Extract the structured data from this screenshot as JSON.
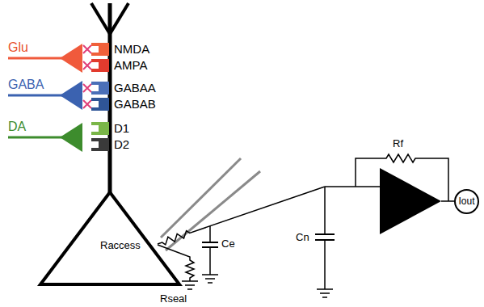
{
  "diagram": {
    "nodes": [
      {
        "text": [
          "NMDA"
        ]
      },
      {
        "text": [
          "AMPA"
        ]
      },
      {
        "text": [
          "GABAA"
        ]
      },
      {
        "text": [
          "GABAB"
        ]
      },
      {
        "text": [
          "D1"
        ]
      },
      {
        "text": [
          "D2"
        ]
      },
      {
        "text": [
          "Iout"
        ]
      }
    ],
    "labels": [
      "Glu",
      "GABA",
      "DA",
      "Raccess",
      "Rseal",
      "Ce",
      "Cn",
      "Rf"
    ]
  }
}
